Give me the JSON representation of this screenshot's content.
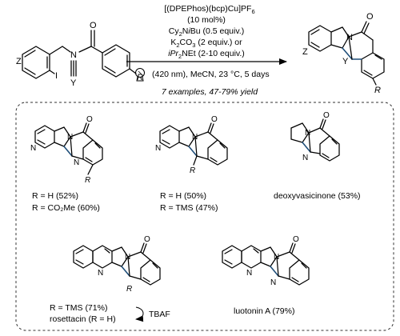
{
  "scheme": {
    "conditions": {
      "catalyst_base": "[(DPEPhos)(bcp)Cu]PF",
      "catalyst_sub": "6",
      "loading": "(10 mol%)",
      "amine_pre": "Cy",
      "amine_sub": "2",
      "amine_post": "N",
      "amine_it": "i",
      "amine_tail": "Bu (0.5 equiv.)",
      "carbonate_pre": "K",
      "carbonate_sub1": "2",
      "carbonate_mid": "CO",
      "carbonate_sub2": "3",
      "carbonate_post": " (2 equiv.) or",
      "dipea_it": "i",
      "dipea_pre": "Pr",
      "dipea_sub": "2",
      "dipea_post": "NEt (2-10 equiv.)",
      "light": "(420 nm), MeCN, 23 °C, 5 days",
      "summary": "7 examples, 47-79% yield"
    },
    "substrate_labels": {
      "Z": "Z",
      "I": "I",
      "Y": "Y",
      "R": "R",
      "N": "N",
      "O": "O"
    },
    "product_labels": {
      "Z": "Z",
      "N": "N",
      "Y": "Y",
      "R": "R",
      "O": "O"
    }
  },
  "examples": [
    {
      "id": "ex1",
      "lines": [
        "R = H (52%)",
        "R = CO₂Me (60%)"
      ],
      "atoms": {
        "N1": "N",
        "N2": "N",
        "N3": "N",
        "O": "O",
        "R": "R"
      }
    },
    {
      "id": "ex2",
      "lines": [
        "R = H (50%)",
        "R = TMS (47%)"
      ],
      "atoms": {
        "N1": "N",
        "N2": "N",
        "O": "O",
        "R": "R"
      }
    },
    {
      "id": "ex3",
      "lines": [
        "deoxyvasicinone (53%)"
      ],
      "atoms": {
        "N1": "N",
        "N2": "N",
        "O": "O"
      }
    },
    {
      "id": "ex4",
      "lines": [
        "R = TMS (71%)",
        "rosettacin (R = H)"
      ],
      "reagent": "TBAF",
      "atoms": {
        "N1": "N",
        "N2": "N",
        "O": "O",
        "R": "R"
      }
    },
    {
      "id": "ex5",
      "lines": [
        "luotonin A (79%)"
      ],
      "atoms": {
        "N1": "N",
        "N2": "N",
        "N3": "N",
        "O": "O"
      }
    }
  ],
  "colors": {
    "highlight_bond": "#1f4e79",
    "ink": "#000000",
    "frame": "#333333"
  }
}
